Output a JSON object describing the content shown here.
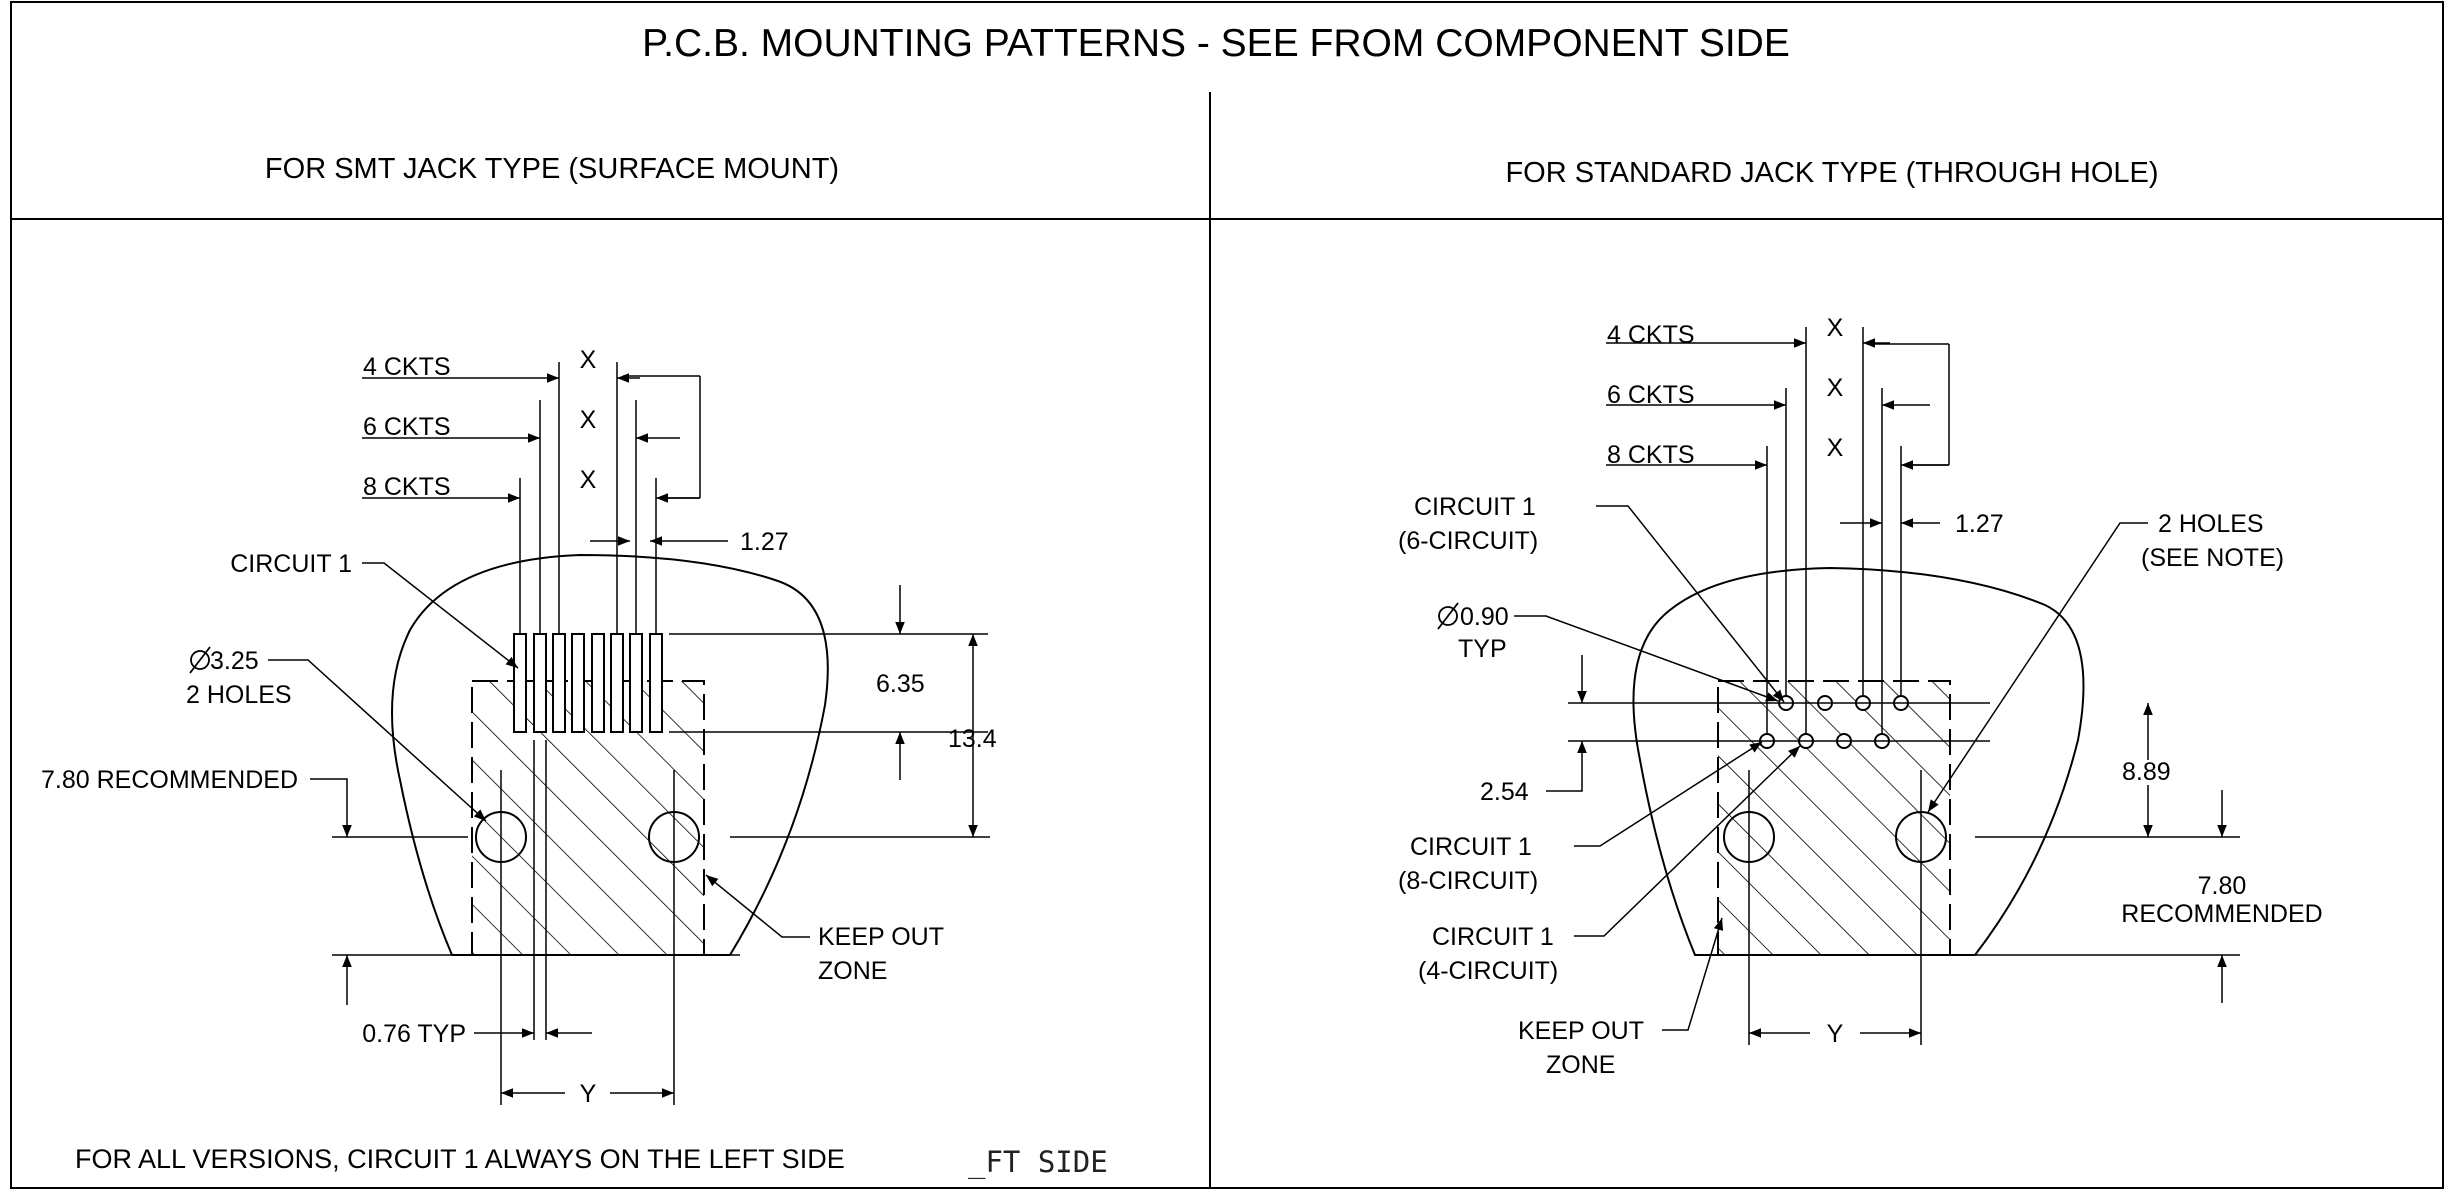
{
  "title": "P.C.B. MOUNTING PATTERNS - SEE FROM COMPONENT SIDE",
  "left": {
    "heading": "FOR SMT JACK TYPE (SURFACE MOUNT)",
    "ckt4": "4 CKTS",
    "ckt6": "6 CKTS",
    "ckt8": "8 CKTS",
    "x_label": "X",
    "pitch": "1.27",
    "circuit1": "CIRCUIT 1",
    "hole_dia": "3.25",
    "hole_count": "2 HOLES",
    "recommended": "7.80 RECOMMENDED",
    "dim_635": "6.35",
    "dim_134": "13.4",
    "keep_out_1": "KEEP OUT",
    "keep_out_2": "ZONE",
    "pad_width": "0.76 TYP",
    "y_label": "Y",
    "note": "FOR ALL VERSIONS, CIRCUIT 1 ALWAYS ON THE LEFT SIDE",
    "note_fragment": "_FT SIDE"
  },
  "right": {
    "heading": "FOR STANDARD JACK TYPE (THROUGH HOLE)",
    "ckt4": "4 CKTS",
    "ckt6": "6 CKTS",
    "ckt8": "8 CKTS",
    "x_label": "X",
    "pitch": "1.27",
    "circuit1_6_a": "CIRCUIT 1",
    "circuit1_6_b": "(6-CIRCUIT)",
    "hole_dia": "0.90",
    "hole_typ": "TYP",
    "holes_note_a": "2 HOLES",
    "holes_note_b": "(SEE NOTE)",
    "dim_254": "2.54",
    "dim_889": "8.89",
    "circuit1_8_a": "CIRCUIT 1",
    "circuit1_8_b": "(8-CIRCUIT)",
    "circuit1_4_a": "CIRCUIT 1",
    "circuit1_4_b": "(4-CIRCUIT)",
    "recommended_a": "7.80",
    "recommended_b": "RECOMMENDED",
    "keep_out_1": "KEEP OUT",
    "keep_out_2": "ZONE",
    "y_label": "Y"
  }
}
